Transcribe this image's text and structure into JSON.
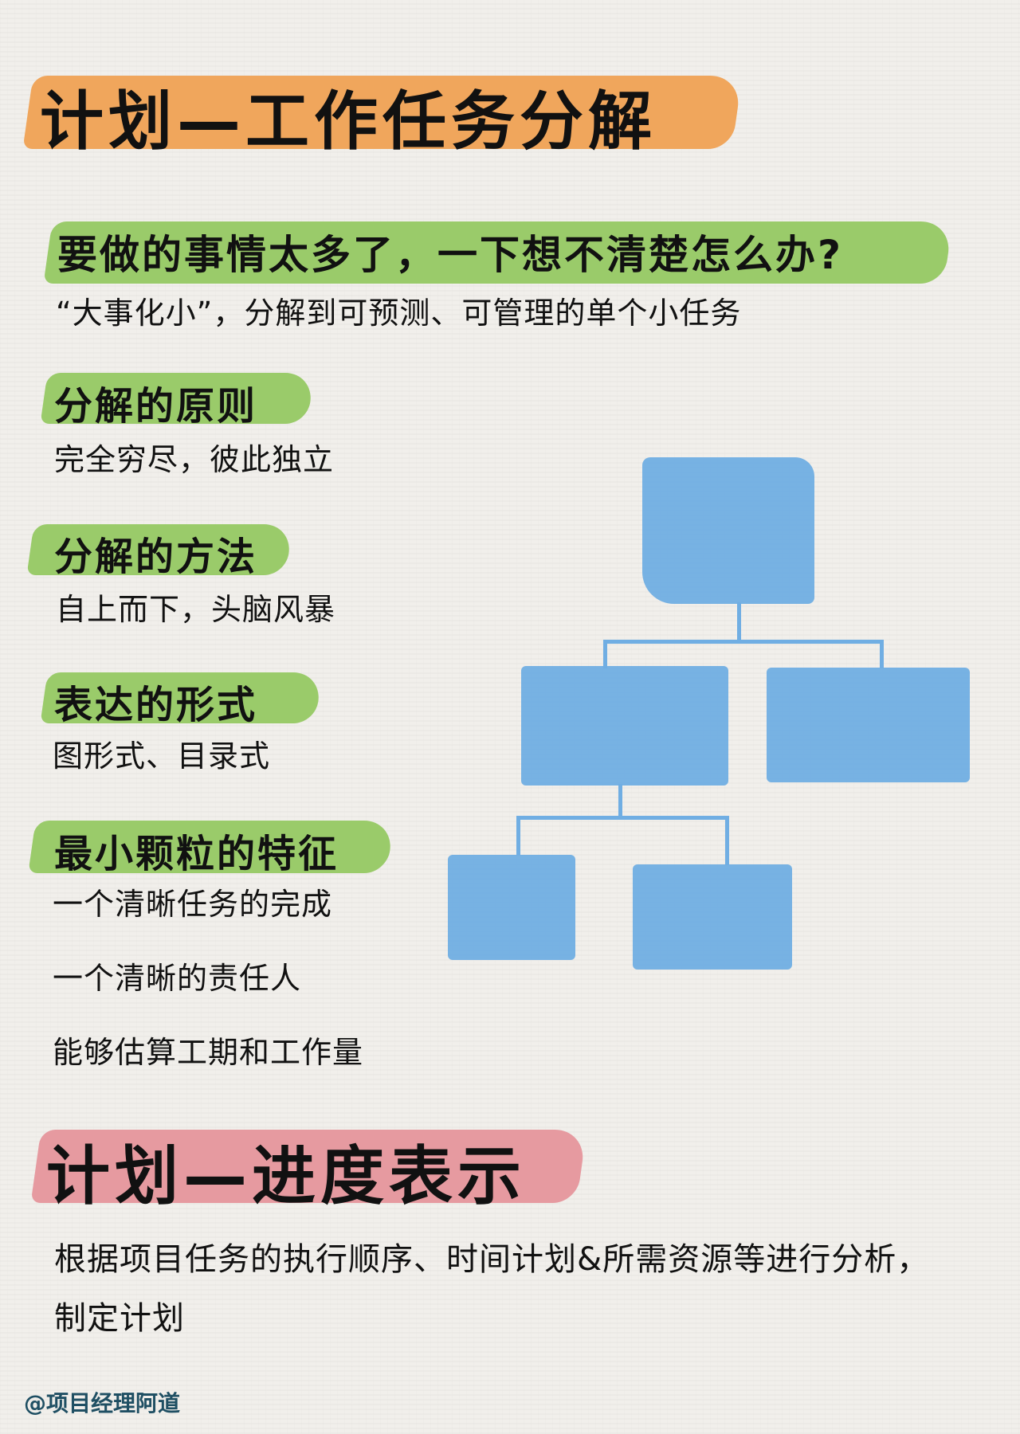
{
  "title1": "计划—工作任务分解",
  "question": {
    "heading": "要做的事情太多了，一下想不清楚怎么办?",
    "text": "“大事化小”，分解到可预测、可管理的单个小任务"
  },
  "sections": [
    {
      "heading": "分解的原则",
      "items": [
        "完全穷尽，彼此独立"
      ]
    },
    {
      "heading": "分解的方法",
      "items": [
        "自上而下，头脑风暴"
      ]
    },
    {
      "heading": "表达的形式",
      "items": [
        "图形式、目录式"
      ]
    },
    {
      "heading": "最小颗粒的特征",
      "items": [
        "一个清晰任务的完成",
        "一个清晰的责任人",
        "能够估算工期和工作量"
      ]
    }
  ],
  "title2": "计划—进度表示",
  "paragraph": [
    "根据项目任务的执行顺序、时间计划&所需资源等进行分析，",
    "制定计划"
  ],
  "footer": "@项目经理阿道",
  "colors": {
    "orange": "#f0a65c",
    "green": "#9acb6a",
    "pink": "#e69aa0",
    "blue": "#70aee3",
    "footer": "#1f4f63"
  }
}
